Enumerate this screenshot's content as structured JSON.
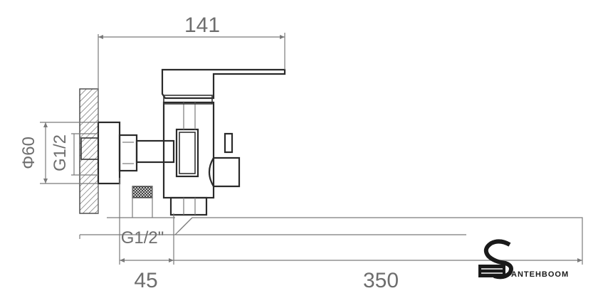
{
  "dimensions": {
    "total_depth": "141",
    "flange_diameter": "Φ60",
    "inlet_thread": "G1/2",
    "outlet_thread": "G1/2\"",
    "connector_length": "45",
    "spout_length": "350"
  },
  "logo": {
    "brand_text": "ANTEHBOOM"
  }
}
